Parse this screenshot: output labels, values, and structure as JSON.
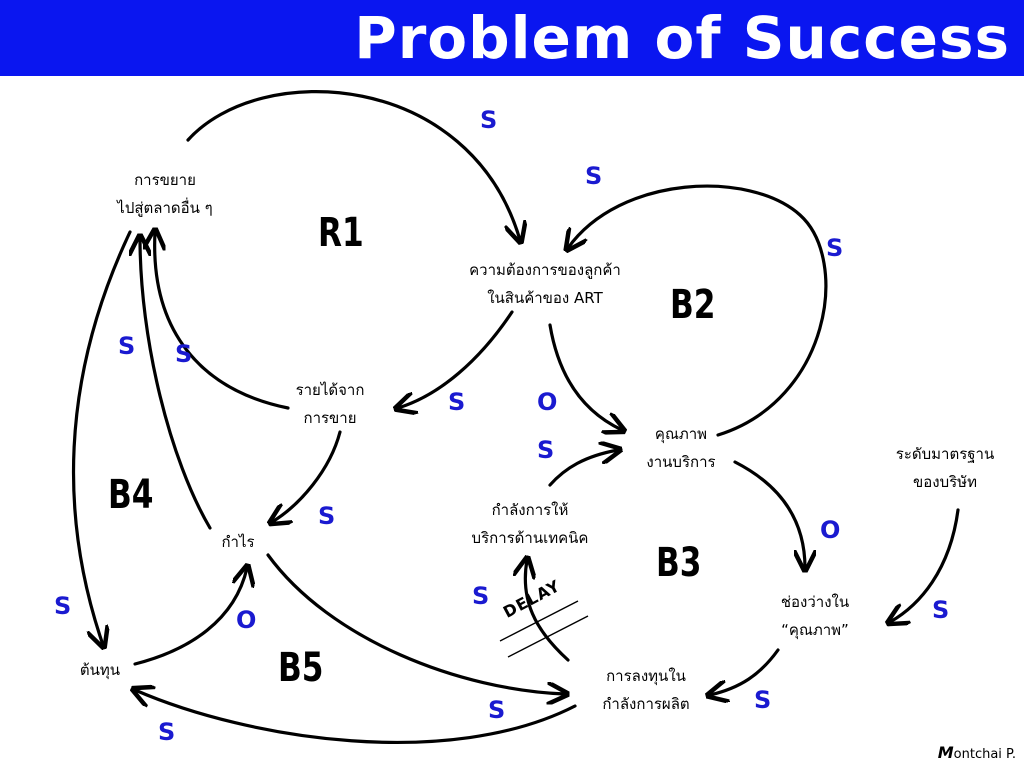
{
  "header": {
    "title": "Problem of Success",
    "bg_color": "#0a16f0"
  },
  "nodes": {
    "expansion": [
      "การขยาย",
      "ไปสู่ตลาดอื่น ๆ"
    ],
    "demand": [
      "ความต้องการของลูกค้า",
      "ในสินค้าของ  ART"
    ],
    "sales_revenue": [
      "รายได้จาก",
      "การขาย"
    ],
    "service_quality": [
      "คุณภาพ",
      "งานบริการ"
    ],
    "standard": [
      "ระดับมาตรฐาน",
      "ของบริษัท"
    ],
    "profit": [
      "กำไร"
    ],
    "tech_capacity": [
      "กำลังการให้",
      "บริการด้านเทคนิค"
    ],
    "quality_gap": [
      "ช่องว่างใน",
      "“คุณภาพ”"
    ],
    "cost": [
      "ต้นทุน"
    ],
    "capacity_invest": [
      "การลงทุนใน",
      "กำลังการผลิต"
    ]
  },
  "loops": {
    "r1": "R1",
    "b2": "B2",
    "b3": "B3",
    "b4": "B4",
    "b5": "B5"
  },
  "polarity": {
    "s": "S",
    "o": "O",
    "color": "#1a1ad0"
  },
  "delay_label": "DELAY",
  "credit": {
    "initial": "M",
    "rest": "ontchai P."
  }
}
